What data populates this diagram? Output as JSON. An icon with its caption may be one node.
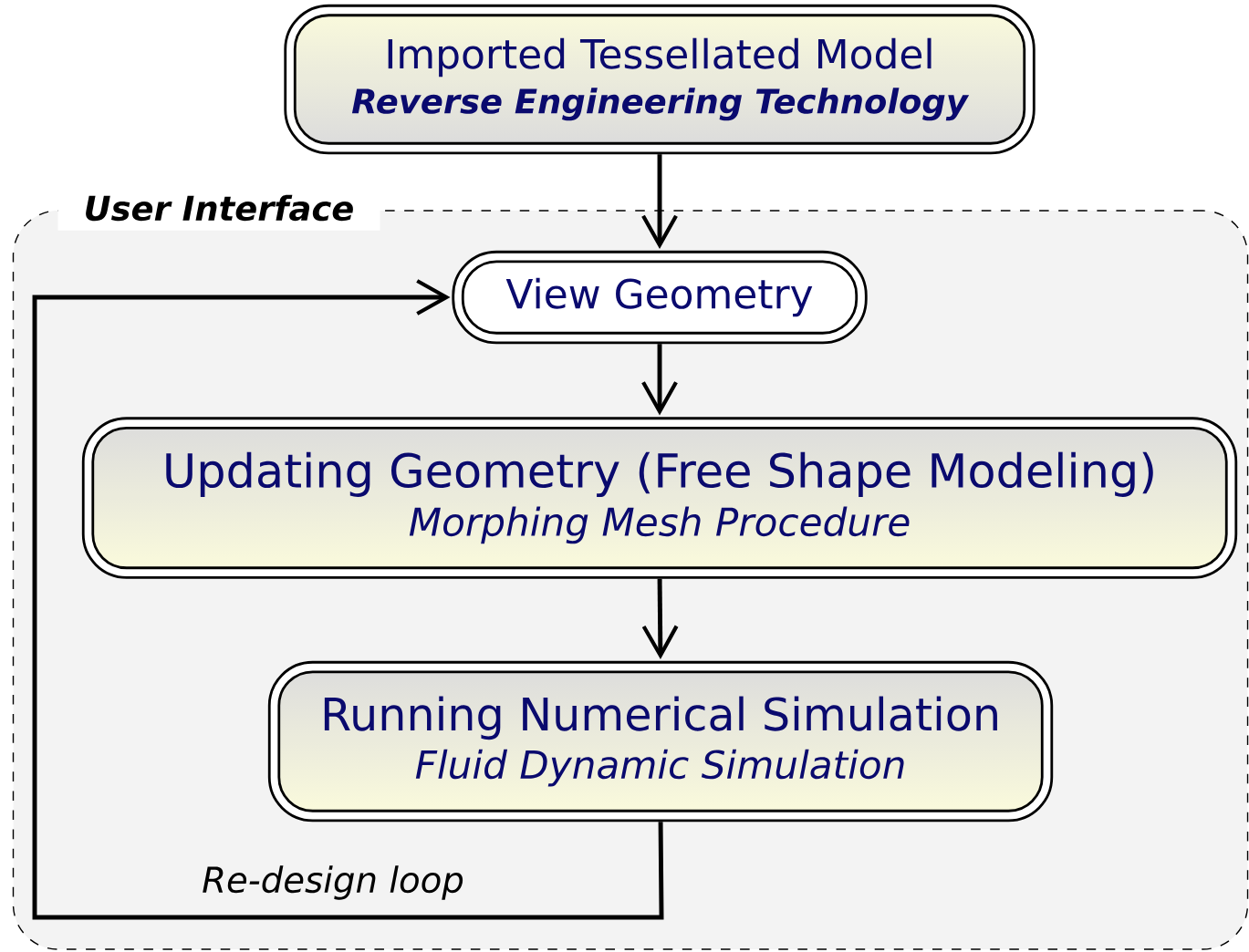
{
  "diagram": {
    "nodes": [
      {
        "text": [
          "Imported Tessellated Model",
          "Reverse Engineering Technology"
        ]
      },
      {
        "text": [
          "User Interface"
        ]
      },
      {
        "text": [
          "View Geometry"
        ],
        "in": 1
      },
      {
        "text": [
          "Updating Geometry (Free Shape Modeling)",
          "Morphing Mesh Procedure"
        ],
        "in": 1
      },
      {
        "text": [
          "Running Numerical Simulation",
          "Fluid Dynamic Simulation"
        ],
        "in": 1
      }
    ],
    "edges": [
      {
        "from": 0,
        "to": 2,
        "arrow": "to"
      },
      {
        "from": 2,
        "to": 3,
        "arrow": "to"
      },
      {
        "from": 3,
        "to": 4,
        "arrow": "to"
      },
      {
        "from": 4,
        "to": 2,
        "arrow": "to",
        "label": "Re-design loop"
      }
    ]
  }
}
